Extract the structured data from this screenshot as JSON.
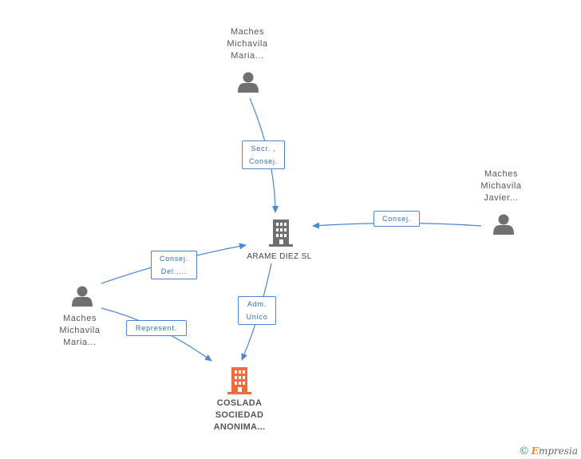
{
  "nodes": {
    "person_top": {
      "lines": [
        "Maches",
        "Michavila",
        "Maria..."
      ]
    },
    "person_right": {
      "lines": [
        "Maches",
        "Michavila",
        "Javier..."
      ]
    },
    "person_left": {
      "lines": [
        "Maches",
        "Michavila",
        "Maria..."
      ]
    },
    "company_arame": {
      "name": "ARAME DIEZ SL"
    },
    "company_main": {
      "lines": [
        "COSLADA",
        "SOCIEDAD",
        "ANONIMA..."
      ]
    }
  },
  "edges": {
    "top_to_arame": {
      "lines": [
        "Secr. ,",
        "Consej."
      ]
    },
    "right_to_arame": {
      "lines": [
        "Consej."
      ]
    },
    "left_to_arame": {
      "lines": [
        "Consej.",
        "Del.,..."
      ]
    },
    "left_to_main": {
      "lines": [
        "Represent."
      ]
    },
    "arame_to_main": {
      "lines": [
        "Adm.",
        "Unico"
      ]
    }
  },
  "colors": {
    "edge": "#4a86d4",
    "person_icon": "#707070",
    "company_icon": "#707070",
    "main_company_icon": "#f26b3a"
  },
  "footer": {
    "copyright": "©",
    "brand_initial": "E",
    "brand_rest": "mpresia"
  }
}
